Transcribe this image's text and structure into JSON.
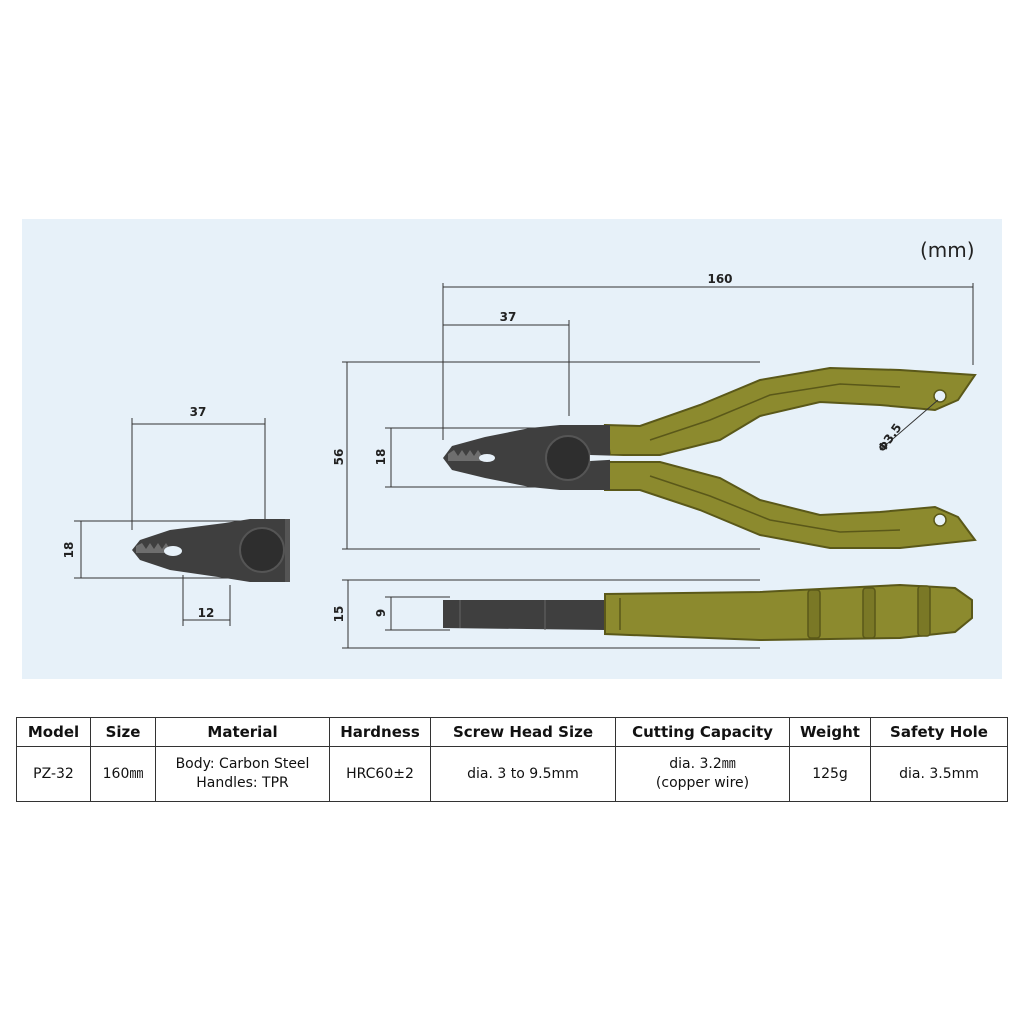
{
  "diagram": {
    "unit": "(mm)",
    "dims": {
      "head_length_small": "37",
      "head_height_small": "18",
      "jaw_length_small": "12",
      "total_length": "160",
      "head_length": "37",
      "opening_height": "56",
      "head_height": "18",
      "safety_hole": "Φ3.5",
      "handle_thickness": "15",
      "head_thickness": "9"
    },
    "colors": {
      "background": "#e7f1f9",
      "steel": "#3f3f3f",
      "handle": "#8c8a2e",
      "handle_dark": "#5a5819"
    }
  },
  "table": {
    "headers": [
      "Model",
      "Size",
      "Material",
      "Hardness",
      "Screw Head Size",
      "Cutting Capacity",
      "Weight",
      "Safety Hole"
    ],
    "row": {
      "model": "PZ-32",
      "size": "160㎜",
      "material_line1": "Body: Carbon Steel",
      "material_line2": "Handles: TPR",
      "hardness": "HRC60±2",
      "screw_head_size": "dia. 3 to 9.5mm",
      "cutting_line1": "dia. 3.2㎜",
      "cutting_line2": "(copper wire)",
      "weight": "125g",
      "safety_hole": "dia. 3.5mm"
    }
  }
}
